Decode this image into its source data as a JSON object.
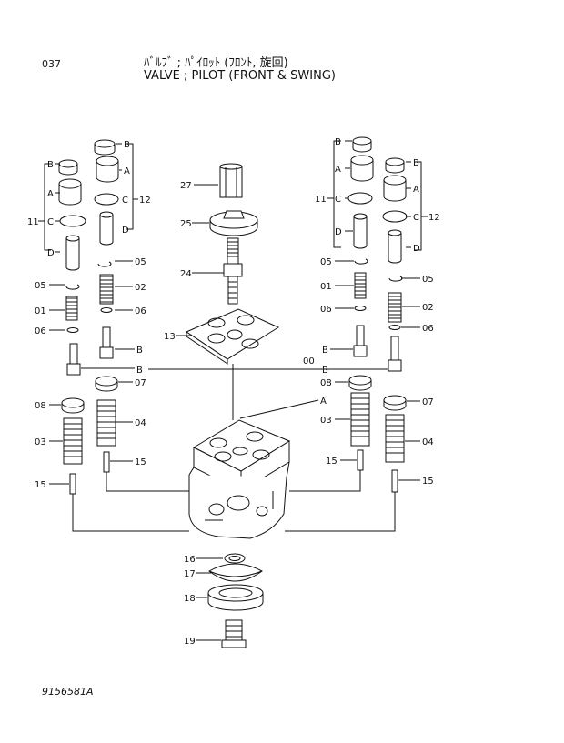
{
  "header": {
    "page_number": "037",
    "title_jp": "ﾊﾞﾙﾌﾞ ; ﾊﾟｲﾛｯﾄ (ﾌﾛﾝﾄ, 旋回)",
    "title_en": "VALVE ; PILOT (FRONT & SWING)"
  },
  "figure_id": "9156581A",
  "callouts": {
    "c27": "27",
    "c25": "25",
    "c24": "24",
    "c13": "13",
    "c16": "16",
    "c17": "17",
    "c18": "18",
    "c19": "19",
    "L_B1": "B",
    "L_B2": "B",
    "L_A1": "A",
    "L_A2": "A",
    "L_C1": "C",
    "L_C2": "C",
    "L_D1": "D",
    "L_D2": "D",
    "L_11": "11",
    "L_12": "12",
    "L_05a": "05",
    "L_05b": "05",
    "L_02": "02",
    "L_01": "01",
    "L_06a": "06",
    "L_06b": "06",
    "L_B3": "B",
    "L_B4": "B",
    "L_07": "07",
    "L_08": "08",
    "L_04": "04",
    "L_03": "03",
    "L_15a": "15",
    "L_15b": "15",
    "R_B1": "B",
    "R_B2": "B",
    "R_A1": "A",
    "R_A2": "A",
    "R_C1": "C",
    "R_C2": "C",
    "R_D1": "D",
    "R_D2": "D",
    "R_11": "11",
    "R_12": "12",
    "R_05a": "05",
    "R_05b": "05",
    "R_01": "01",
    "R_02": "02",
    "R_06a": "06",
    "R_06b": "06",
    "R_00": "00",
    "R_B3": "B",
    "R_B4": "B",
    "R_08": "08",
    "R_07": "07",
    "R_03": "03",
    "R_04": "04",
    "R_15a": "15",
    "R_15b": "15",
    "C_A": "A"
  }
}
